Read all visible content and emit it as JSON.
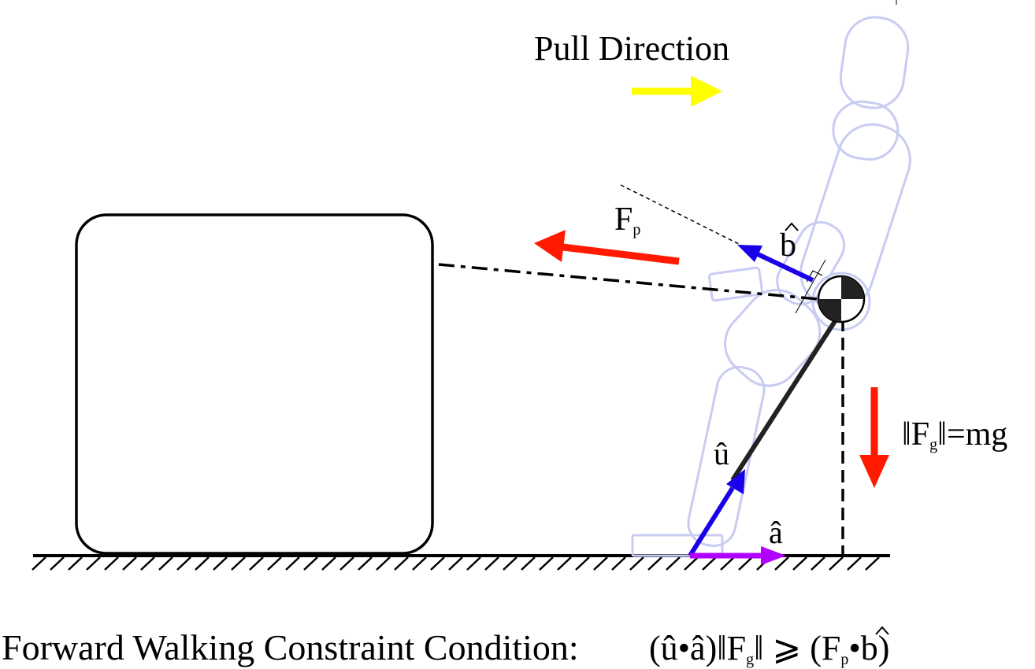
{
  "labels": {
    "pull_direction": "Pull Direction",
    "fp_main": "F",
    "fp_sub": "p",
    "b_hat": "b",
    "u_hat": "û",
    "a_hat": "â",
    "fg_open": "‖F",
    "fg_sub": "g",
    "fg_close": "‖=mg"
  },
  "condition": {
    "label": "Forward Walking Constraint Condition:",
    "lhs_open": "(û•â)‖F",
    "lhs_sub": "g",
    "lhs_close": "‖ ⩾ (F",
    "rhs_sub": "p",
    "rhs_close": "•b)"
  },
  "colors": {
    "pull_arrow": "#ffff00",
    "force_arrow": "#ff1a00",
    "unit_vector": "#1a00e6",
    "a_vector": "#b000ff",
    "robot_outline": "#c8ccf2",
    "line": "#000000"
  }
}
